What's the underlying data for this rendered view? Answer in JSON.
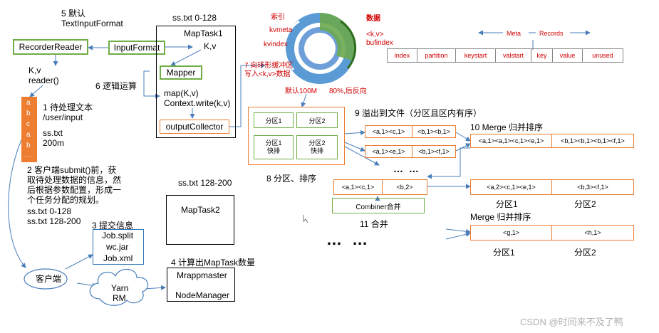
{
  "step5": {
    "line1": "5 默认",
    "line2": "TextInputFormat"
  },
  "recorder_reader": "RecorderReader",
  "input_format": "InputFormat",
  "split_name": "ss.txt 0-128",
  "maptask1": "MapTask1",
  "kv": "K,v",
  "mapper": "Mapper",
  "step6": "6 逻辑运算",
  "map_kv": "map(K,v)",
  "context_write": "Context.write(k,v)",
  "output_collector": "outputCollector",
  "reader_kv": "K,v",
  "reader_fn": "reader()",
  "file_letters": [
    "a",
    "b",
    "c",
    "a",
    "b",
    "…"
  ],
  "step1": {
    "line1": "1 待处理文本",
    "line2": "/user/input",
    "line3": "ss.txt",
    "line4": "200m"
  },
  "step2": {
    "lines": [
      "2 客户端submit()前，获",
      "取待处理数据的信息，然",
      "后根据参数配置，形成一",
      "个任务分配的规划。"
    ],
    "split1": "ss.txt  0-128",
    "split2": "ss.txt  128-200"
  },
  "split2_name": "ss.txt 128-200",
  "maptask2": "MapTask2",
  "step3": "3 提交信息",
  "job_files": [
    "Job.split",
    "wc.jar",
    "Job.xml"
  ],
  "step4": "4 计算出MapTask数量",
  "mrappmaster": "Mrappmaster",
  "nodemanager": "NodeManager",
  "client": "客户端",
  "yarn": {
    "line1": "Yarn",
    "line2": "RM"
  },
  "ring": {
    "index_label": "索引",
    "kvmeta": "kvmeta",
    "kvindex": "kvindex",
    "data_label": "数据",
    "kv": "<k,v>",
    "bufindex": "bufindex",
    "default": "默认100M",
    "reverse": "80%,后反向"
  },
  "step7": {
    "line1": "7 向环形缓冲区",
    "line2": "写入<k,v>数据"
  },
  "meta": {
    "meta_label": "Meta",
    "records_label": "Records",
    "fields": [
      "index",
      "partition",
      "keystart",
      "valstart",
      "key",
      "value",
      "unused"
    ]
  },
  "partitions": {
    "p1": "分区1",
    "p2": "分区2",
    "p1s": "分区1\n快排",
    "p2s": "分区2\n快排"
  },
  "step8": "8 分区、排序",
  "step9": "9 溢出到文件（分区且区内有序）",
  "spill1": [
    "<a,1><c,1>",
    "<b,1><b,1>"
  ],
  "spill2": [
    "<a,1><e,1>",
    "<b,1><f,1>"
  ],
  "dots_small": "…  …",
  "step10": "10 Merge 归并排序",
  "merge10": [
    "<a,1><a,1><c,1><e,1>",
    "<b,1><b,1><b,1><f,1>"
  ],
  "combine_in": [
    "<a,1><c,1>",
    "<b,2>"
  ],
  "combiner": "Combiner合并",
  "step11": "11 合并",
  "combined_out": [
    "<a,2><c,1><e,1>",
    "<b,3><f,1>"
  ],
  "part_a": "分区1",
  "part_b": "分区2",
  "merge2_title": "Merge 归并排序",
  "merge2": [
    "<g,1>",
    "<h,1>"
  ],
  "part_c": "分区1",
  "part_d": "分区2",
  "dots_big": "…  …",
  "watermark": "CSDN @时间来不及了鸭"
}
